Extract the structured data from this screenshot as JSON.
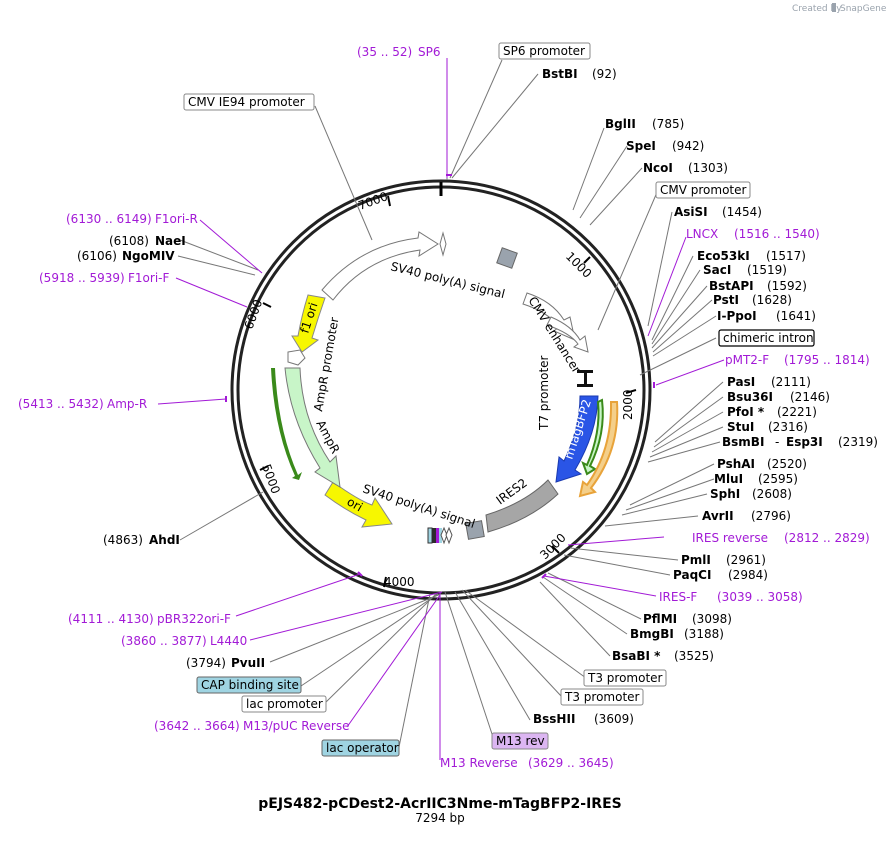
{
  "credit": {
    "created_by": "Created by",
    "brand": "SnapGene"
  },
  "title": "pEJS482-pCDest2-AcrIIC3Nme-mTagBFP2-IRES",
  "length": "7294 bp",
  "ticks": [
    "1000",
    "2000",
    "3000",
    "4000",
    "5000",
    "6000",
    "7000"
  ],
  "features": {
    "sv40_top": "SV40 poly(A) signal",
    "cmv_enhancer": "CMV enhancer",
    "t7_promoter": "T7 promoter",
    "mtagbfp2": "mTagBFP2",
    "ires2": "IRES2",
    "sv40_bottom": "SV40 poly(A) signal",
    "ori": "ori",
    "ampr": "AmpR",
    "ampr_promoter": "AmpR promoter",
    "f1_ori": "f1 ori"
  },
  "annotations": [
    {
      "kind": "primer",
      "range": "(35 .. 52)",
      "name": "SP6"
    },
    {
      "kind": "box",
      "name": "SP6 promoter"
    },
    {
      "kind": "site",
      "name": "BstBI",
      "pos": "(92)"
    },
    {
      "kind": "box",
      "name": "CMV IE94 promoter"
    },
    {
      "kind": "site",
      "name": "BglII",
      "pos": "(785)"
    },
    {
      "kind": "site",
      "name": "SpeI",
      "pos": "(942)"
    },
    {
      "kind": "site",
      "name": "NcoI",
      "pos": "(1303)"
    },
    {
      "kind": "box",
      "name": "CMV promoter"
    },
    {
      "kind": "site",
      "name": "AsiSI",
      "pos": "(1454)"
    },
    {
      "kind": "primer",
      "name": "LNCX",
      "range": "(1516 .. 1540)"
    },
    {
      "kind": "site",
      "name": "Eco53kI",
      "pos": "(1517)"
    },
    {
      "kind": "site",
      "name": "SacI",
      "pos": "(1519)"
    },
    {
      "kind": "site",
      "name": "BstAPI",
      "pos": "(1592)"
    },
    {
      "kind": "site",
      "name": "PstI",
      "pos": "(1628)"
    },
    {
      "kind": "site",
      "name": "I-PpoI",
      "pos": "(1641)"
    },
    {
      "kind": "box",
      "name": "chimeric intron"
    },
    {
      "kind": "primer",
      "name": "pMT2-F",
      "range": "(1795 .. 1814)"
    },
    {
      "kind": "site",
      "name": "PasI",
      "pos": "(2111)"
    },
    {
      "kind": "site",
      "name": "Bsu36I",
      "pos": "(2146)"
    },
    {
      "kind": "site",
      "name": "PfoI *",
      "pos": "(2221)"
    },
    {
      "kind": "site",
      "name": "StuI",
      "pos": "(2316)"
    },
    {
      "kind": "site",
      "name": "BsmBI",
      "name2": "Esp3I",
      "pos": "(2319)"
    },
    {
      "kind": "site",
      "name": "PshAI",
      "pos": "(2520)"
    },
    {
      "kind": "site",
      "name": "MluI",
      "pos": "(2595)"
    },
    {
      "kind": "site",
      "name": "SphI",
      "pos": "(2608)"
    },
    {
      "kind": "site",
      "name": "AvrII",
      "pos": "(2796)"
    },
    {
      "kind": "primer",
      "name": "IRES reverse",
      "range": "(2812 .. 2829)"
    },
    {
      "kind": "site",
      "name": "PmlI",
      "pos": "(2961)"
    },
    {
      "kind": "site",
      "name": "PaqCI",
      "pos": "(2984)"
    },
    {
      "kind": "primer",
      "name": "IRES-F",
      "range": "(3039 .. 3058)"
    },
    {
      "kind": "site",
      "name": "PflMI",
      "pos": "(3098)"
    },
    {
      "kind": "site",
      "name": "BmgBI",
      "pos": "(3188)"
    },
    {
      "kind": "site",
      "name": "BsaBI *",
      "pos": "(3525)"
    },
    {
      "kind": "box",
      "name": "T3 promoter"
    },
    {
      "kind": "box",
      "name": "T3 promoter"
    },
    {
      "kind": "site",
      "name": "BssHII",
      "pos": "(3609)"
    },
    {
      "kind": "box",
      "name": "M13 rev"
    },
    {
      "kind": "primer",
      "name": "M13 Reverse",
      "range": "(3629 .. 3645)"
    },
    {
      "kind": "box",
      "name": "lac operator"
    },
    {
      "kind": "primer",
      "range": "(3642 .. 3664)",
      "name": "M13/pUC Reverse"
    },
    {
      "kind": "box",
      "name": "lac promoter"
    },
    {
      "kind": "box",
      "name": "CAP binding site"
    },
    {
      "kind": "site",
      "pos": "(3794)",
      "name": "PvuII"
    },
    {
      "kind": "primer",
      "range": "(3860 .. 3877)",
      "name": "L4440"
    },
    {
      "kind": "primer",
      "range": "(4111 .. 4130)",
      "name": "pBR322ori-F"
    },
    {
      "kind": "site",
      "pos": "(4863)",
      "name": "AhdI"
    },
    {
      "kind": "primer",
      "range": "(5413 .. 5432)",
      "name": "Amp-R"
    },
    {
      "kind": "primer",
      "range": "(5918 .. 5939)",
      "name": "F1ori-F"
    },
    {
      "kind": "site",
      "pos": "(6106)",
      "name": "NgoMIV"
    },
    {
      "kind": "site",
      "pos": "(6108)",
      "name": "NaeI"
    },
    {
      "kind": "primer",
      "range": "(6130 .. 6149)",
      "name": "F1ori-R"
    }
  ],
  "colors": {
    "primer": "#a21ad6",
    "backbone": "#222222",
    "f1_ori": "#f7f700",
    "ori": "#f7f700",
    "ampr": "#c8f5c8",
    "ampr_arrow": "#3a8a1a",
    "mtagbfp2": "#2a55e6",
    "orange_arrow": "#e8a33a",
    "ires2": "#a6a6a6",
    "promoter_fill": "#ffffff",
    "lac_operator": "#9fd4e2",
    "cap_site": "#9fd4e2",
    "m13rev_fill": "#dcb6f2"
  }
}
